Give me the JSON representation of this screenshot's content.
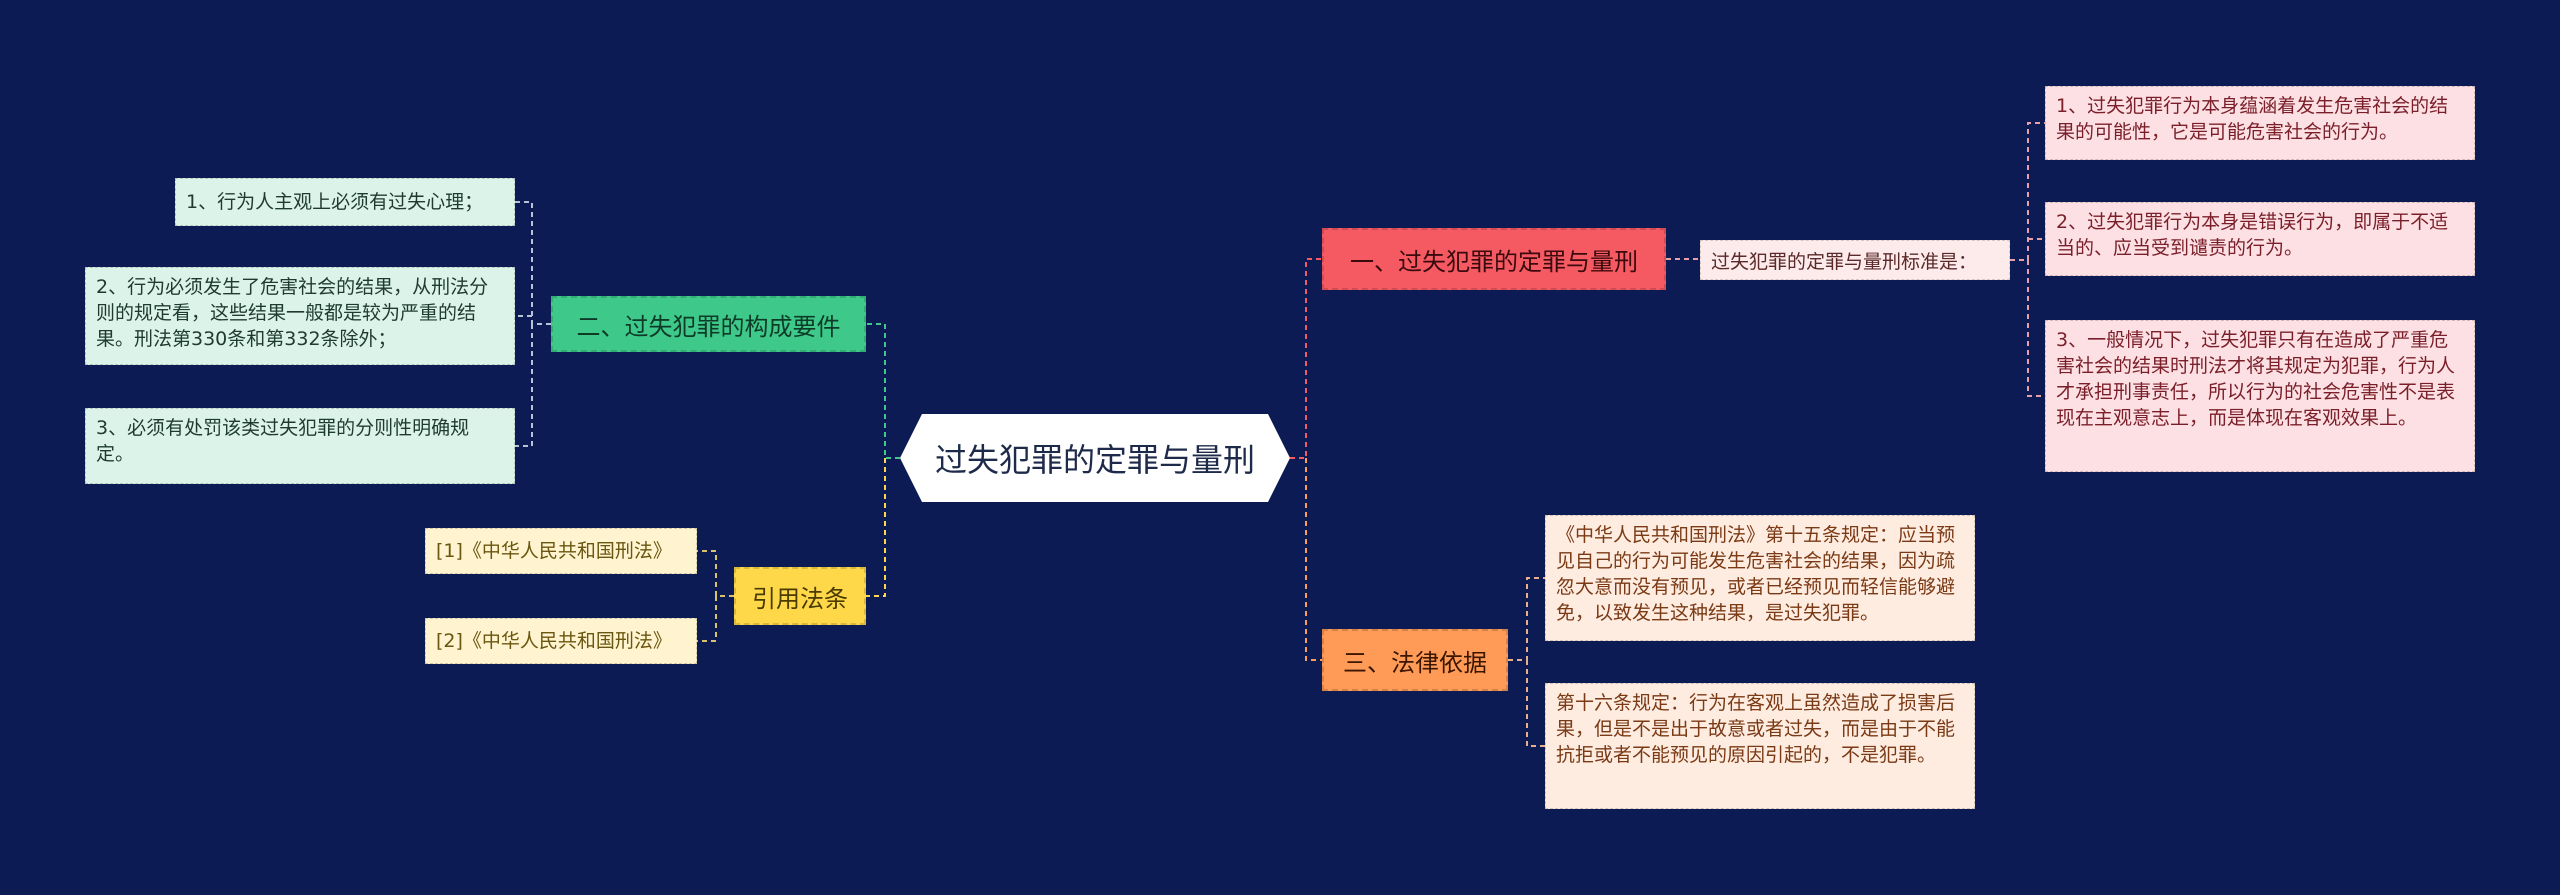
{
  "root": {
    "title": "过失犯罪的定罪与量刑"
  },
  "left": {
    "composition": {
      "label": "二、过失犯罪的构成要件",
      "items": [
        "1、行为人主观上必须有过失心理；",
        "2、行为必须发生了危害社会的结果，从刑法分则的规定看，这些结果一般都是较为严重的结果。刑法第330条和第332条除外；",
        "3、必须有处罚该类过失犯罪的分则性明确规定。"
      ]
    },
    "citations": {
      "label": "引用法条",
      "items": [
        "[1]《中华人民共和国刑法》",
        "[2]《中华人民共和国刑法》"
      ]
    }
  },
  "right": {
    "sentencing": {
      "label": "一、过失犯罪的定罪与量刑",
      "sub_label": "过失犯罪的定罪与量刑标准是：",
      "items": [
        "1、过失犯罪行为本身蕴涵着发生危害社会的结果的可能性，它是可能危害社会的行为。",
        "2、过失犯罪行为本身是错误行为，即属于不适当的、应当受到谴责的行为。",
        "3、一般情况下，过失犯罪只有在造成了严重危害社会的结果时刑法才将其规定为犯罪，行为人才承担刑事责任，所以行为的社会危害性不是表现在主观意志上，而是体现在客观效果上。"
      ]
    },
    "legal_basis": {
      "label": "三、法律依据",
      "items": [
        "《中华人民共和国刑法》第十五条规定：应当预见自己的行为可能发生危害社会的结果，因为疏忽大意而没有预见，或者已经预见而轻信能够避免，以致发生这种结果，是过失犯罪。",
        "第十六条规定：行为在客观上虽然造成了损害后果，但是不是出于故意或者过失，而是由于不能抗拒或者不能预见的原因引起的，不是犯罪。"
      ]
    }
  },
  "colors": {
    "background": "#0d1b54",
    "green": "#3ec98a",
    "yellow": "#ffd84a",
    "red": "#f55a62",
    "orange": "#ff9a57"
  }
}
